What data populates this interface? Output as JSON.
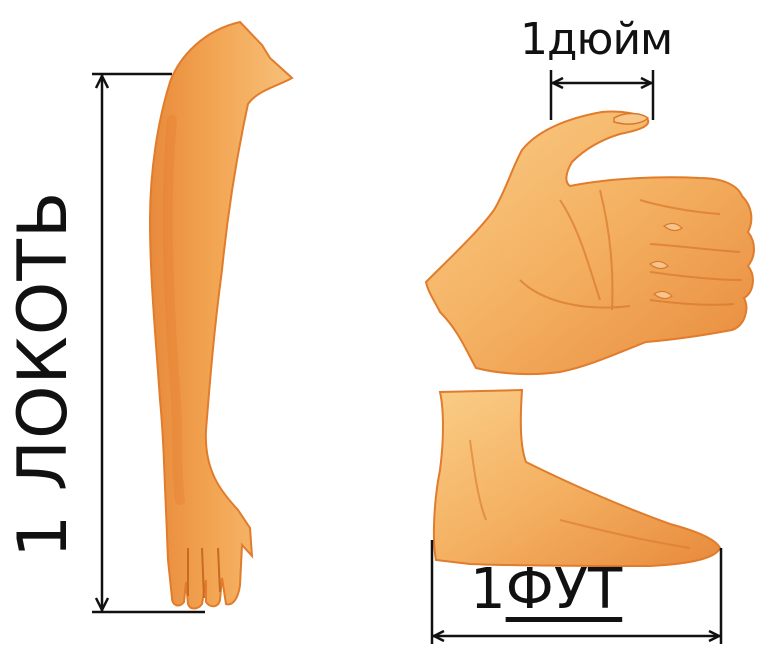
{
  "labels": {
    "elbow": "1 ЛОКОТЬ",
    "inch": "1дюйм",
    "foot_number": "1",
    "foot_unit": "ФУТ"
  },
  "colors": {
    "skin": "#f4b061",
    "skin_dark": "#e88a3c",
    "skin_light": "#f9cd87",
    "line": "#111111"
  }
}
